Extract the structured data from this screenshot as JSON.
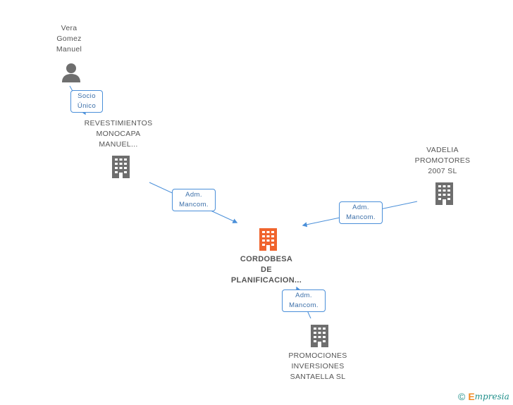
{
  "colors": {
    "edge": "#4a8fd9",
    "building_gray": "#6e6e6e",
    "building_focus": "#f0642d",
    "person": "#6e6e6e",
    "brand_teal": "#1f8f8a",
    "brand_orange": "#f08a24"
  },
  "nodes": {
    "vera": {
      "lines": [
        "Vera",
        "Gomez",
        "Manuel"
      ],
      "icon": "person-icon"
    },
    "revestimientos": {
      "lines": [
        "REVESTIMIENTOS",
        "MONOCAPA",
        "MANUEL..."
      ],
      "icon": "building-icon"
    },
    "vadelia": {
      "lines": [
        "VADELIA",
        "PROMOTORES",
        "2007 SL"
      ],
      "icon": "building-icon"
    },
    "cordobesa": {
      "lines": [
        "CORDOBESA",
        "DE",
        "PLANIFICACION..."
      ],
      "icon": "building-icon"
    },
    "promociones": {
      "lines": [
        "PROMOCIONES",
        "INVERSIONES",
        "SANTAELLA SL"
      ],
      "icon": "building-icon"
    }
  },
  "edges": {
    "socio": {
      "lines": [
        "Socio",
        "Único"
      ]
    },
    "adm1": {
      "lines": [
        "Adm.",
        "Mancom."
      ]
    },
    "adm2": {
      "lines": [
        "Adm.",
        "Mancom."
      ]
    },
    "adm3": {
      "lines": [
        "Adm.",
        "Mancom."
      ]
    }
  },
  "footer": {
    "copyright_symbol": "©",
    "brand_initial": "E",
    "brand_rest": "mpresia"
  }
}
